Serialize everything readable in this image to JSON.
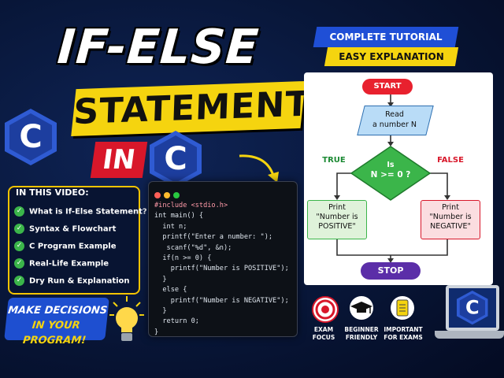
{
  "headline": {
    "line1": "IF-ELSE",
    "line2": "STATEMENT",
    "line3": "IN",
    "logo": "C"
  },
  "video_box": {
    "heading": "IN THIS VIDEO:",
    "items": [
      "What is If-Else Statement?",
      "Syntax & Flowchart",
      "C Program Example",
      "Real-Life Example",
      "Dry Run & Explanation"
    ]
  },
  "decide": {
    "line1": "MAKE DECISIONS",
    "line2": "IN YOUR PROGRAM!"
  },
  "code_lines": [
    "#include <stdio.h>",
    "int main() {",
    "  int n;",
    "  printf(\"Enter a number: \");",
    "   scanf(\"%d\", &n);",
    "  if(n >= 0) {",
    "    printf(\"Number is POSITIVE\");",
    "  }",
    "  else {",
    "    printf(\"Number is NEGATIVE\");",
    "  }",
    "  return 0;",
    "}"
  ],
  "banners": {
    "top": "COMPLETE TUTORIAL",
    "bottom": "EASY EXPLANATION"
  },
  "flowchart": {
    "start": "START",
    "read_l1": "Read",
    "read_l2": "a number N",
    "cond_l1": "Is",
    "cond_l2": "N >= 0 ?",
    "true_label": "TRUE",
    "false_label": "FALSE",
    "pos_l1": "Print",
    "pos_l2": "\"Number is",
    "pos_l3": "POSITIVE\"",
    "neg_l1": "Print",
    "neg_l2": "\"Number is",
    "neg_l3": "NEGATIVE\"",
    "stop": "STOP"
  },
  "badges": [
    {
      "l1": "EXAM",
      "l2": "FOCUS"
    },
    {
      "l1": "BEGINNER",
      "l2": "FRIENDLY"
    },
    {
      "l1": "IMPORTANT",
      "l2": "FOR EXAMS"
    }
  ],
  "laptop_logo": "C",
  "colors": {
    "yellow": "#f5d40f",
    "blue": "#1f4fd6",
    "red": "#d8172a",
    "green": "#3bb54a",
    "purple": "#5b2ea8"
  }
}
